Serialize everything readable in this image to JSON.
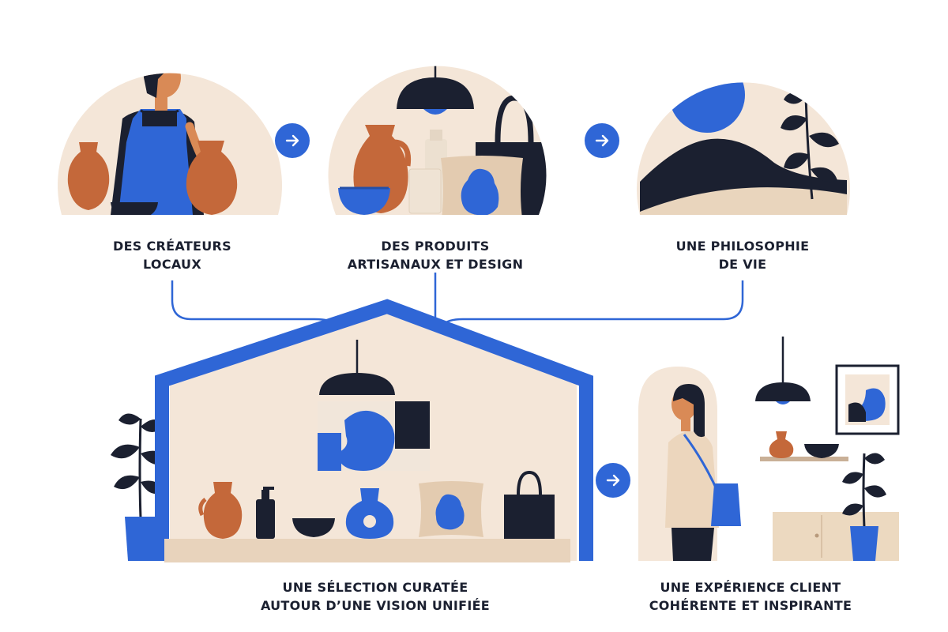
{
  "steps": [
    {
      "line1": "Des créateurs",
      "line2": "locaux"
    },
    {
      "line1": "Des produits",
      "line2": "artisanaux et design"
    },
    {
      "line1": "Une philosophie",
      "line2": "de vie"
    }
  ],
  "store": {
    "line1": "Une sélection curatée",
    "line2": "autour d’une vision unifiée"
  },
  "experience": {
    "line1": "Une expérience client",
    "line2": "cohérente et inspirante"
  },
  "colors": {
    "accent": "#2f66d6",
    "terracotta": "#c4683a",
    "ink": "#1b2030",
    "cream": "#f4e6d8",
    "sand": "#e8d3bc"
  }
}
